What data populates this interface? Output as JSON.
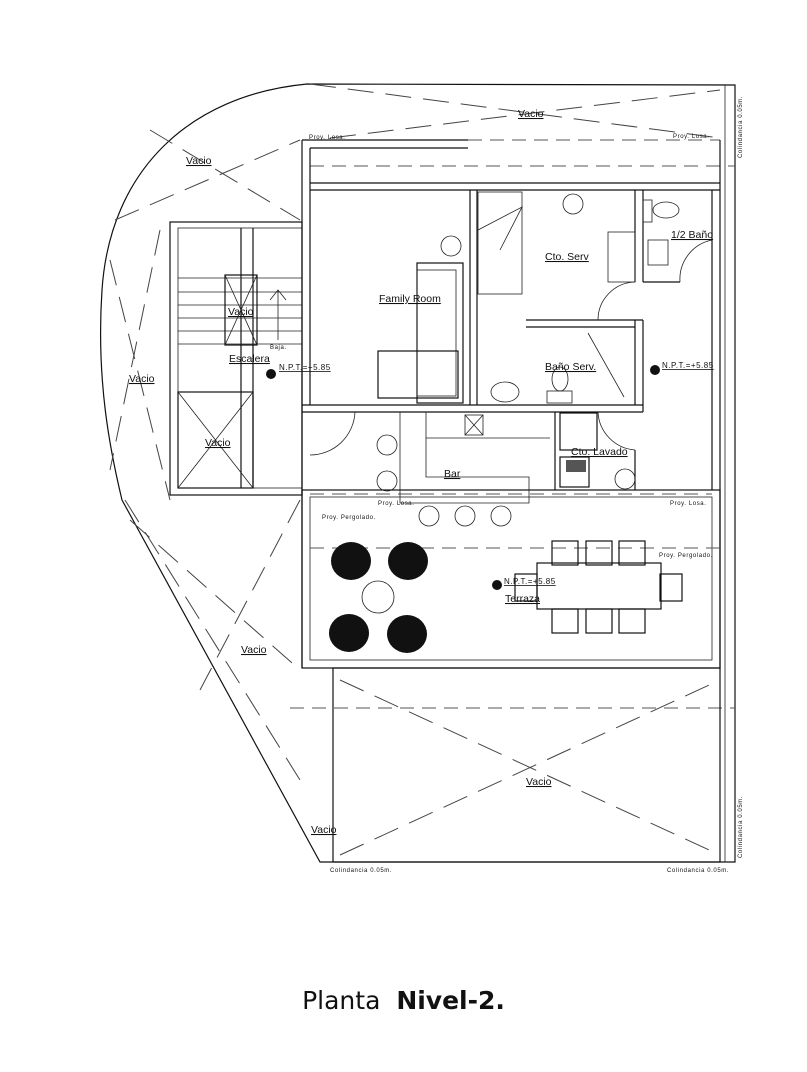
{
  "title": {
    "prefix": "Planta",
    "level": "Nivel-2."
  },
  "rooms": {
    "family_room": "Family Room",
    "cto_serv": "Cto. Serv",
    "medio_bano": "1/2 Baño",
    "bano_serv": "Baño Serv.",
    "cto_lavado": "Cto. Lavado",
    "bar": "Bar",
    "escalera": "Escalera",
    "terraza": "Terraza"
  },
  "vacio": [
    "Vacio",
    "Vacio",
    "Vacio",
    "Vacio",
    "Vacio",
    "Vacio",
    "Vacio",
    "Vacio"
  ],
  "proy_losa": [
    "Proy. Losa.",
    "Proy. Losa.",
    "Proy. Losa.",
    "Proy. Losa."
  ],
  "proy_pergolado": [
    "Proy. Pergolado.",
    "Proy. Pergolado."
  ],
  "colindancia": [
    "Colindancia 0.05m.",
    "Colindancia 0.05m.",
    "Colindancia 0.05m.",
    "Colindancia 0.05m."
  ],
  "npt": [
    "N.P.T.=+5.85",
    "N.P.T.=+5.85",
    "N.P.T.=+5.85"
  ],
  "baja": "Baja."
}
